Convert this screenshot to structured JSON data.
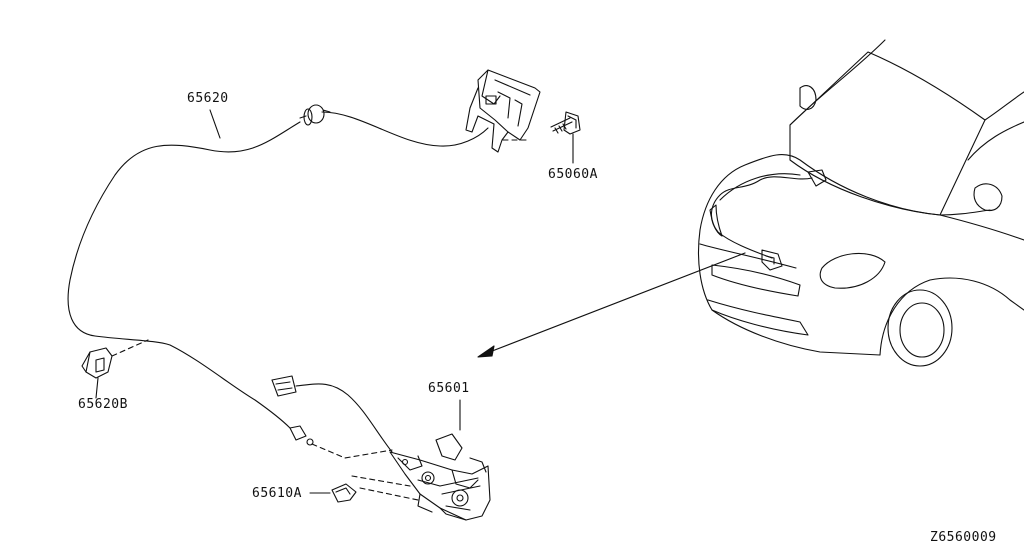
{
  "diagram_id": "Z6560009",
  "colors": {
    "ink": "#111111",
    "paper": "#ffffff",
    "gray": "#555555"
  },
  "parts": [
    {
      "number": "65620",
      "name": "hood-release-cable"
    },
    {
      "number": "65060A",
      "name": "handle-bolt"
    },
    {
      "number": "65620B",
      "name": "cable-clip"
    },
    {
      "number": "65601",
      "name": "hood-lock-assembly"
    },
    {
      "number": "65610A",
      "name": "lock-bolt"
    }
  ]
}
